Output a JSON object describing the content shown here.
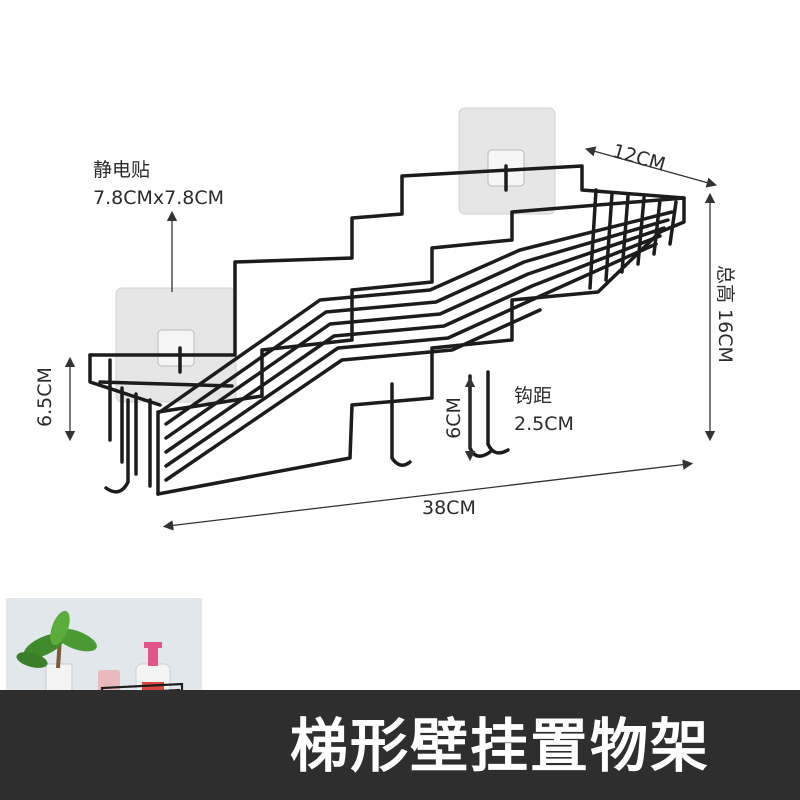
{
  "labels": {
    "sticker_name": "静电贴",
    "sticker_size": "7.8CMx7.8CM",
    "depth": "12CM",
    "total_height": "总高 16CM",
    "left_height": "6.5CM",
    "hook_height": "6CM",
    "hook_spacing_name": "钩距",
    "hook_spacing_value": "2.5CM",
    "width": "38CM"
  },
  "title": "梯形壁挂置物架",
  "colors": {
    "rack": "#1c1c1c",
    "sticker": "#e4e4e4",
    "title_band": "#2e2e2e",
    "title_text": "#ffffff",
    "label_text": "#2b2b2b"
  }
}
